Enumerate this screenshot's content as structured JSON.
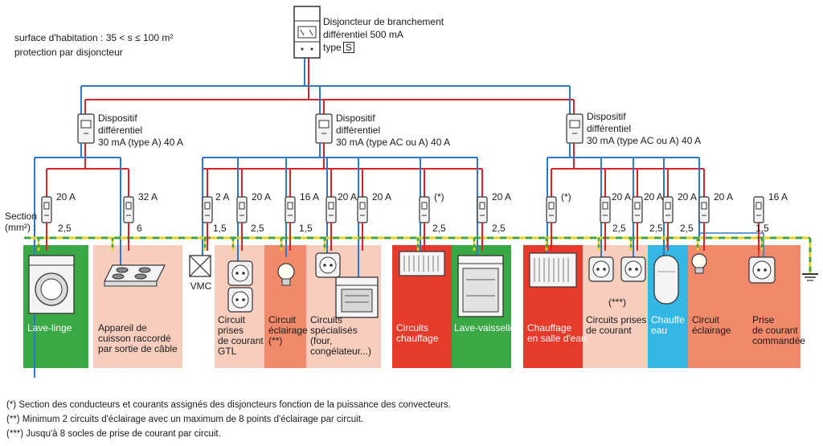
{
  "header": {
    "line1": "surface d'habitation : 35 < s ≤ 100 m²",
    "line2": "protection par disjoncteur"
  },
  "main_breaker": {
    "line1": "Disjoncteur de branchement",
    "line2": "différentiel 500 mA",
    "type_prefix": "type",
    "type_value": "S"
  },
  "rcds": [
    {
      "line1": "Dispositif",
      "line2": "différentiel",
      "line3": "30 mA (type A) 40 A"
    },
    {
      "line1": "Dispositif",
      "line2": "différentiel",
      "line3": "30 mA (type AC ou A) 40 A"
    },
    {
      "line1": "Dispositif",
      "line2": "différentiel",
      "line3": "30 mA (type AC ou A) 40 A"
    }
  ],
  "section_label": {
    "line1": "Section",
    "line2": "(mm²) :"
  },
  "breakers": [
    {
      "rating": "20 A",
      "section": "2,5"
    },
    {
      "rating": "32 A",
      "section": "6"
    },
    {
      "rating": "2 A",
      "section": "1,5"
    },
    {
      "rating": "20 A",
      "section": "2,5"
    },
    {
      "rating": "16 A",
      "section": "1,5"
    },
    {
      "rating": "20 A",
      "section": ""
    },
    {
      "rating": "20 A",
      "section": ""
    },
    {
      "rating": "(*)",
      "section": "2,5"
    },
    {
      "rating": "20 A",
      "section": "2,5"
    },
    {
      "rating": "(*)",
      "section": ""
    },
    {
      "rating": "20 A",
      "section": "2,5"
    },
    {
      "rating": "20 A",
      "section": ""
    },
    {
      "rating": "20 A",
      "section": "2,5"
    },
    {
      "rating": "20 A",
      "section": "2,5"
    },
    {
      "rating": "16 A",
      "section": "1,5"
    }
  ],
  "circuits": {
    "lave_linge": "Lave-linge",
    "cuisson": [
      "Appareil de",
      "cuisson raccordé",
      "par sortie de câble"
    ],
    "vmc": "VMC",
    "prises_gtl": [
      "Circuit",
      "prises",
      "de courant",
      "GTL"
    ],
    "eclairage_1": [
      "Circuit",
      "éclairage",
      "(**)"
    ],
    "specialises": [
      "Circuits",
      "spécialisés",
      "(four,",
      "congélateur...)"
    ],
    "chauffage": [
      "Circuits",
      "chauffage"
    ],
    "lave_vaisselle": "Lave-vaisselle",
    "chauffage_sde": [
      "Chauffage",
      "en salle d'eau"
    ],
    "prises_asterisk": "(***)",
    "prises": [
      "Circuits prises",
      "de courant"
    ],
    "chauffe_eau": [
      "Chauffe",
      "eau"
    ],
    "eclairage_2": [
      "Circuit",
      "éclairage"
    ],
    "prise_commandee": [
      "Prise",
      "de courant",
      "commandée"
    ]
  },
  "notes": [
    "(*) Section des conducteurs et courants assignés des disjoncteurs fonction de la puissance des convecteurs.",
    "(**) Minimum 2 circuits d'éclairage avec un maximum de 8 points d'éclairage par circuit.",
    "(***) Jusqu'à 8 socles de prise de courant par circuit."
  ],
  "colors": {
    "phase_red": "#d8232a",
    "neutral_blue": "#2f78c8",
    "earth_yellow": "#e9d21c",
    "earth_green": "#3aa54a",
    "pale_salmon": "#f7cdbe",
    "salmon": "#f08a6a",
    "red": "#e63a2a",
    "green": "#39a845",
    "cyan": "#35b7e5"
  }
}
